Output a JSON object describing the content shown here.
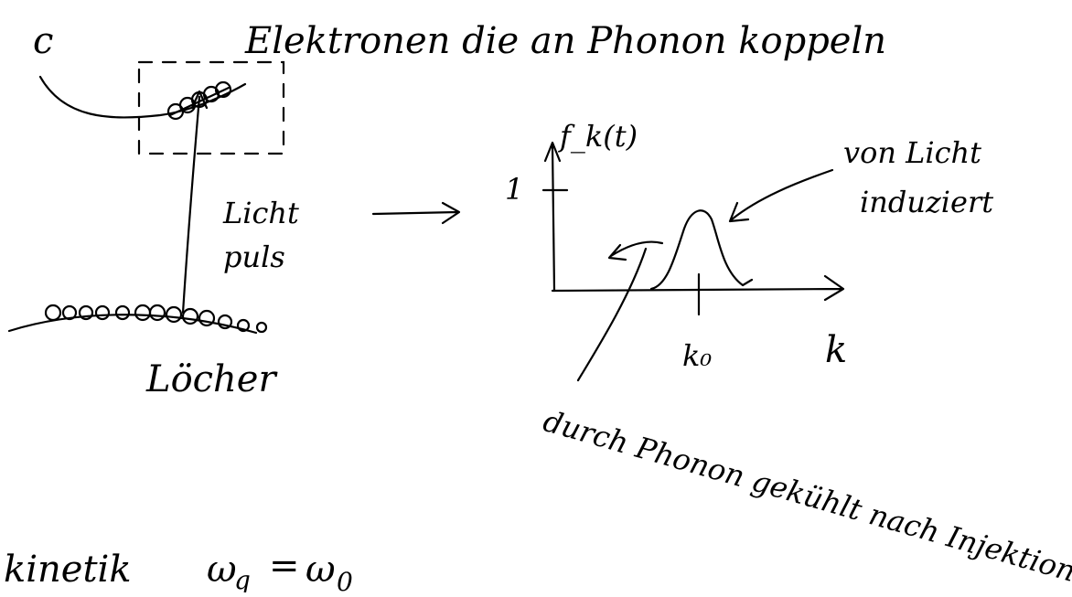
{
  "heading": "Elektronen die an Phonon koppeln",
  "conduction_band_label": "c",
  "pulse_label_line1": "Licht",
  "pulse_label_line2": "puls",
  "holes_label": "Löcher",
  "plot": {
    "y_axis_label": "f_k(t)",
    "y_tick_label": "1",
    "x_axis_label": "k",
    "x_marker_label": "k₀"
  },
  "annotation_light_line1": "von Licht",
  "annotation_light_line2": "induziert",
  "annotation_phonon": "durch Phonon gekühlt nach Injektion",
  "bottom_equation": {
    "word": "kinetik",
    "lhs": "ω",
    "lhs_subscript": "q",
    "equals": "=",
    "rhs": "ω",
    "rhs_subscript": "0"
  }
}
